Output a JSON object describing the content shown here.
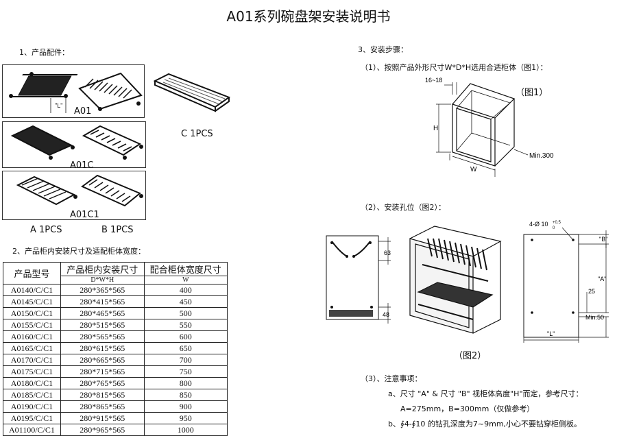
{
  "title": "A01系列碗盘架安装说明书",
  "sections": {
    "accessories": "1、产品配件：",
    "table_heading": "2、产品柜内安装尺寸及适配柜体宽度：",
    "steps": "3、安装步骤：",
    "step1": "（1）、按照产品外形尺寸W*D*H选用合适柜体（图1）：",
    "step2": "（2）、安装孔位（图2）：",
    "step3": "（3）、注意事项："
  },
  "parts": {
    "a01": "A01",
    "a01c": "A01C",
    "a01c1": "A01C1",
    "l_label": "\"L\"",
    "c_qty": "C 1PCS",
    "a_qty": "A 1PCS",
    "b_qty": "B 1PCS"
  },
  "table": {
    "headers": [
      "产品型号",
      "产品柜内安装尺寸",
      "配合柜体宽度尺寸"
    ],
    "subheaders": [
      "",
      "D*W*H",
      "W"
    ],
    "rows": [
      [
        "A0140/C/C1",
        "280*365*565",
        "400"
      ],
      [
        "A0145/C/C1",
        "280*415*565",
        "450"
      ],
      [
        "A0150/C/C1",
        "280*465*565",
        "500"
      ],
      [
        "A0155/C/C1",
        "280*515*565",
        "550"
      ],
      [
        "A0160/C/C1",
        "280*565*565",
        "600"
      ],
      [
        "A0165/C/C1",
        "280*615*565",
        "650"
      ],
      [
        "A0170/C/C1",
        "280*665*565",
        "700"
      ],
      [
        "A0175/C/C1",
        "280*715*565",
        "750"
      ],
      [
        "A0180/C/C1",
        "280*765*565",
        "800"
      ],
      [
        "A0185/C/C1",
        "280*815*565",
        "850"
      ],
      [
        "A0190/C/C1",
        "280*865*565",
        "900"
      ],
      [
        "A0195/C/C1",
        "280*915*565",
        "950"
      ],
      [
        "A01100/C/C1",
        "280*965*565",
        "1000"
      ]
    ]
  },
  "fig1": {
    "caption": "（图1）",
    "dim_side": "16~18",
    "h": "H",
    "w": "W",
    "min": "Min.300"
  },
  "fig2": {
    "caption": "（图2）",
    "dim_63": "63",
    "dim_48": "48",
    "hole": "4-Ø 10",
    "hole_tol": "+0.5",
    "hole_tol2": "0",
    "b": "\"B\"",
    "a": "\"A\"",
    "l": "\"L\"",
    "dim_25": "25",
    "min50": "Min.50"
  },
  "notes": {
    "a": "a、尺寸 \"A\" & 尺寸 \"B\" 视柜体高度\"H\"而定，参考尺寸：",
    "a2": "A=275mm，B=300mm（仅做参考）",
    "b": "b、∮4-∮10 的钻孔深度为7~9mm,小心不要钻穿柜侧板。"
  }
}
